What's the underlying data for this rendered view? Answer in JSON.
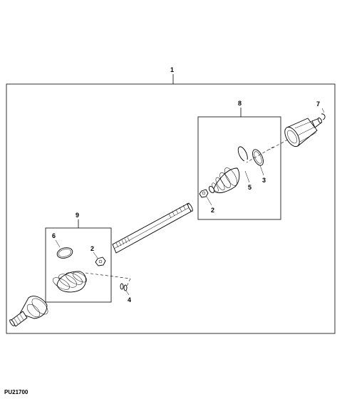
{
  "callouts": {
    "assembly": "1",
    "nut_outer": "2",
    "nut_inner": "2",
    "retaining_ring": "3",
    "clamp_small": "4",
    "snap_ring": "5",
    "clamp_large": "6",
    "circlip": "7",
    "outer_boot_kit": "8",
    "inner_boot_kit": "9"
  },
  "figure_code": "PU21700"
}
